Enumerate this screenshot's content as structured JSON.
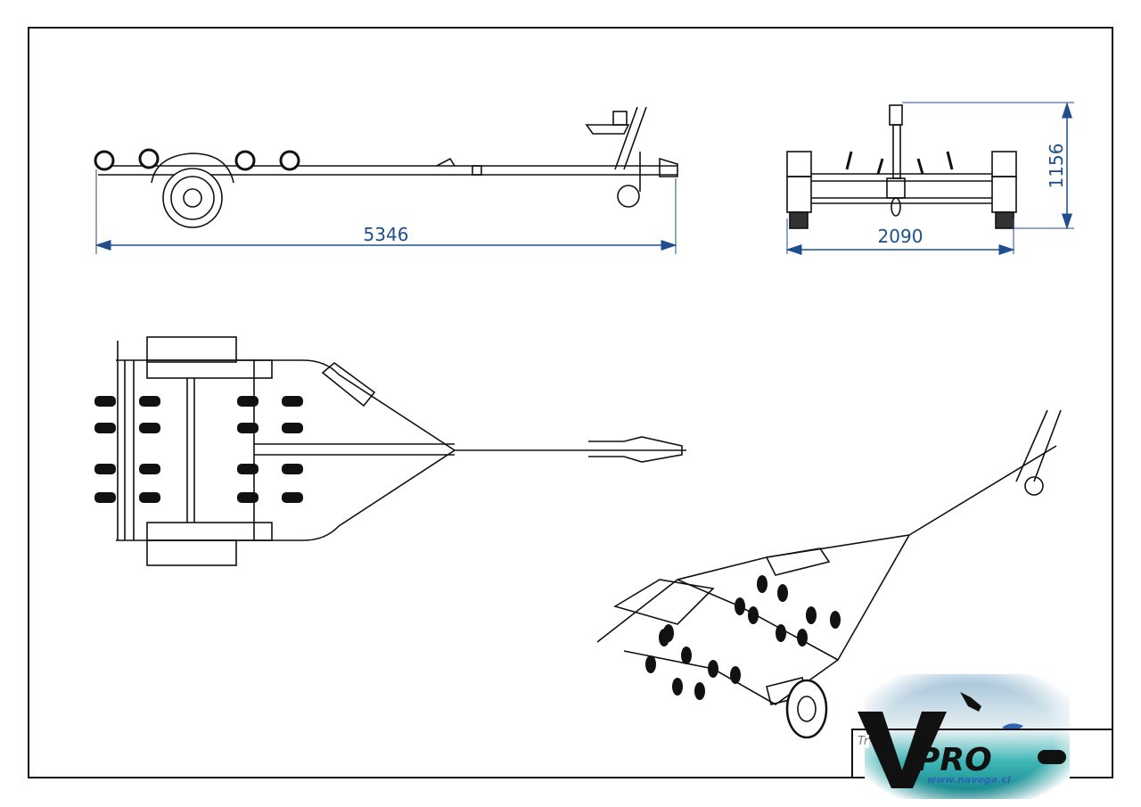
{
  "drawing": {
    "dimensions": {
      "length": "5346",
      "width": "2090",
      "height": "1156"
    },
    "views": [
      "side-view",
      "front-view",
      "top-view",
      "isometric-view"
    ],
    "title_block_text": "Tr",
    "colors": {
      "dimension": "#1f4e8c",
      "line": "#111111"
    }
  },
  "logo": {
    "brand": "VPRO",
    "url": "www.navega.cl"
  }
}
